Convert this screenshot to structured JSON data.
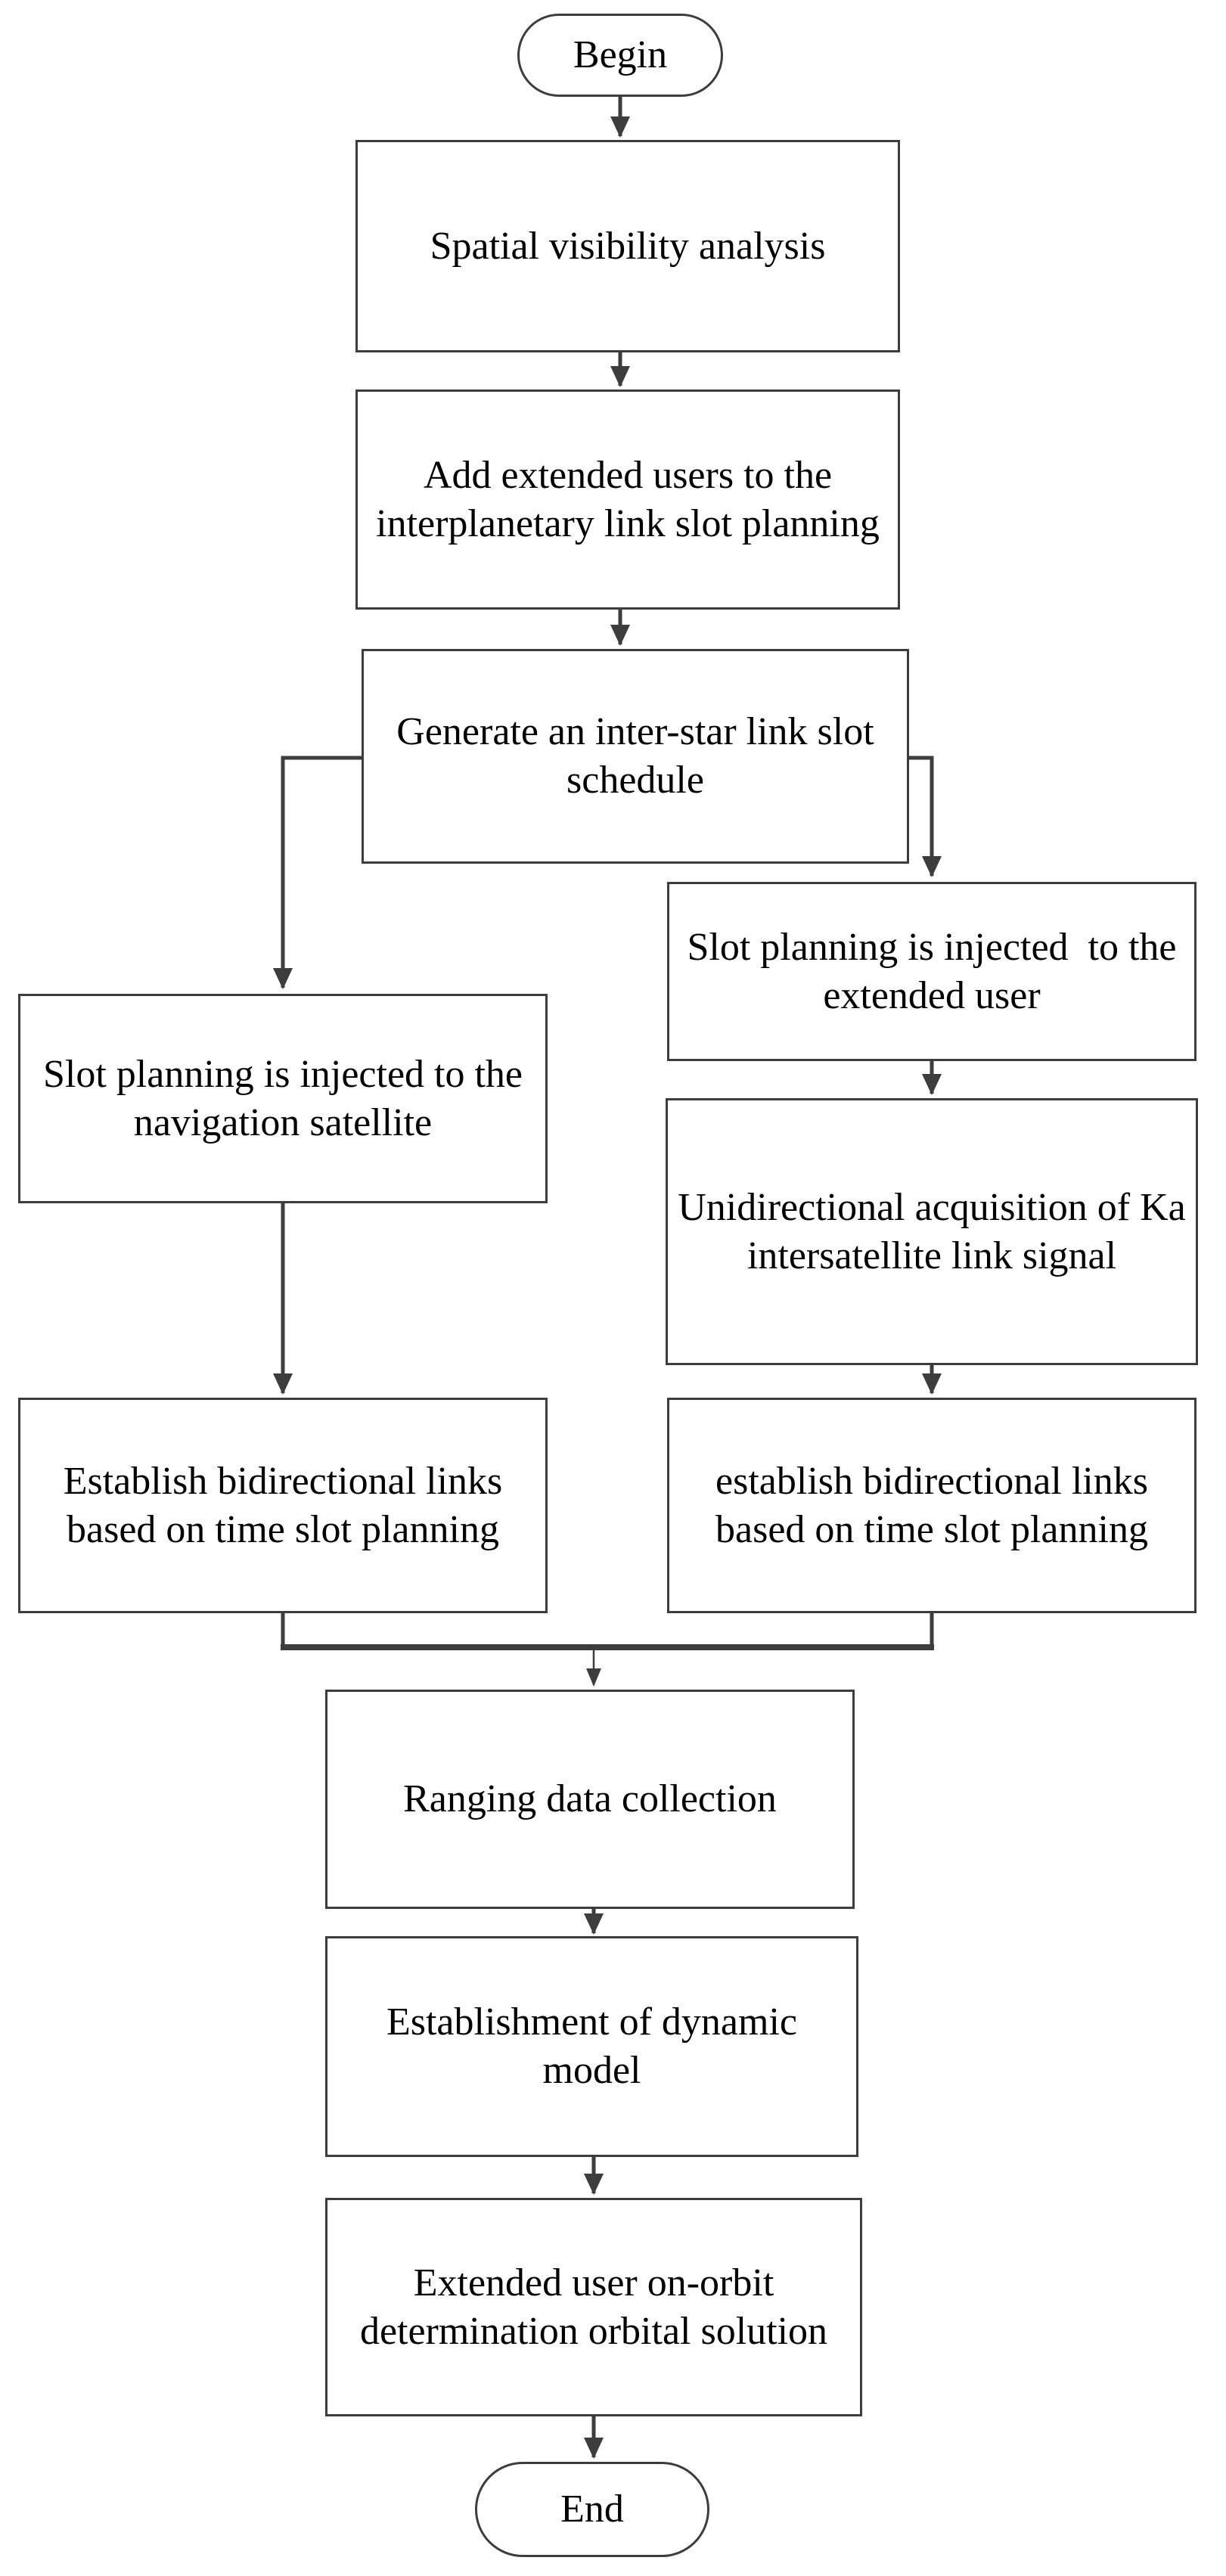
{
  "diagram": {
    "type": "flowchart",
    "colors": {
      "stroke": "#3d3d3d",
      "text": "#000000",
      "canvas_background": "#ffffff",
      "node_fill": "#ffffff"
    }
  },
  "nodes": {
    "begin": {
      "shape": "stadium",
      "lines": [
        "Begin"
      ]
    },
    "spatial": {
      "shape": "rect",
      "lines": [
        "Spatial visibility analysis"
      ]
    },
    "add_users": {
      "shape": "rect",
      "lines": [
        "Add extended users to the",
        "interplanetary link slot planning"
      ]
    },
    "generate": {
      "shape": "rect",
      "lines": [
        "Generate an inter-star link slot",
        "schedule"
      ]
    },
    "inject_nav": {
      "shape": "rect",
      "lines": [
        "Slot planning is injected to the",
        "navigation satellite"
      ]
    },
    "inject_ext": {
      "shape": "rect",
      "lines": [
        "Slot planning is injected  to the",
        "extended user"
      ]
    },
    "unidirectional": {
      "shape": "rect",
      "lines": [
        "Unidirectional acquisition of Ka",
        "intersatellite link signal"
      ]
    },
    "establish_left": {
      "shape": "rect",
      "lines": [
        "Establish bidirectional links",
        "based on time slot planning"
      ]
    },
    "establish_right": {
      "shape": "rect",
      "lines": [
        "establish bidirectional links",
        "based on time slot planning"
      ]
    },
    "ranging": {
      "shape": "rect",
      "lines": [
        "Ranging data collection"
      ]
    },
    "dynamic_model": {
      "shape": "rect",
      "lines": [
        "Establishment of dynamic",
        "model"
      ]
    },
    "orbit_solution": {
      "shape": "rect",
      "lines": [
        "Extended user on-orbit",
        "determination orbital solution"
      ]
    },
    "end": {
      "shape": "stadium",
      "lines": [
        "End"
      ]
    }
  }
}
